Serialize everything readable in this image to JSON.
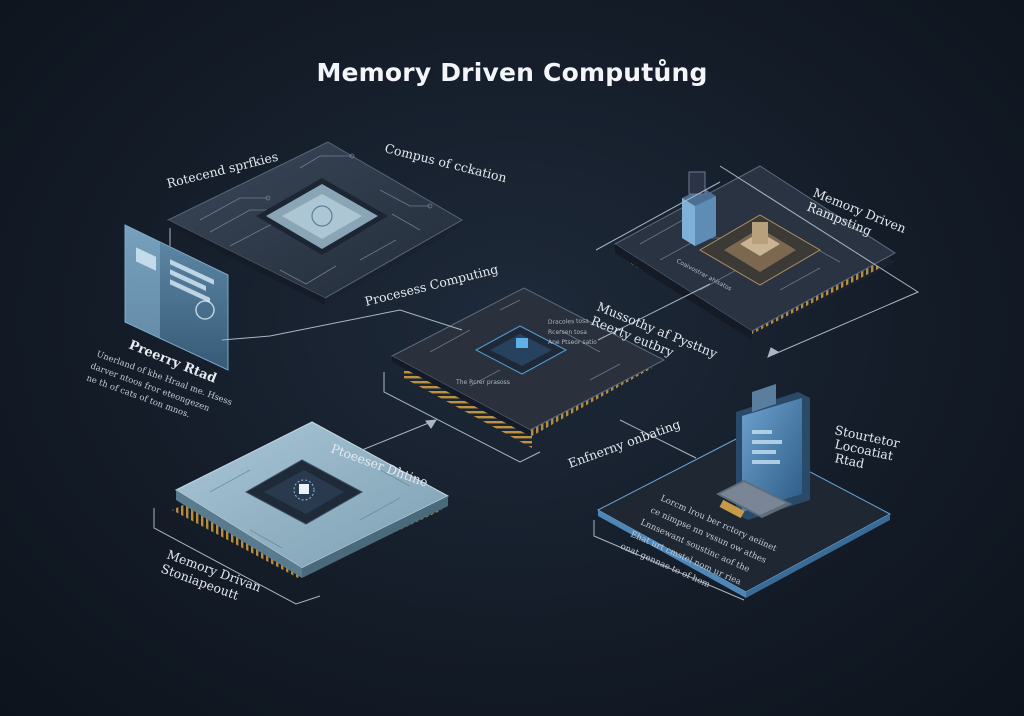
{
  "title": "Memory Driven Computůng",
  "labels": {
    "top_left_1": "Rotecend sprfkies",
    "top_left_2": "Compus of cckation",
    "top_left_3": "Procesess Computing",
    "left_panel": "Preerry Rtad",
    "left_para": [
      "Unerland of khe Hraal me. Hsess",
      "darver ntoos fror eteongezen",
      "ne th of cats of ton mnos."
    ],
    "right_top_1": "Memory Driven",
    "right_top_2": "Rampsting",
    "right_top_chip": "Coaivostrar ahisatos",
    "center_1": "Mussothy af Pysttny",
    "center_2": "Reerty eutbry",
    "center_chip_1": "Dracoles tosa",
    "center_chip_2": "Rcersen tosa",
    "center_chip_3": "Ane Ptseor satio",
    "center_chip_4": "The Rcrer prasoss",
    "center_below": "Enfnerny onbating",
    "bottom_left_chip": "Ptoeeser Dhtine",
    "bottom_left_1": "Memory Drivan",
    "bottom_left_2": "Stoniapeoutt",
    "bottom_right_1": "Stourtetor",
    "bottom_right_2": "Locoatiat",
    "bottom_right_3": "Rtad",
    "bottom_right_para": [
      "Lorcm lrou ber rctory aeiinet",
      "ce nimpse nn vssun ow athes",
      "Lnnsewant soustinc aof the",
      "Ehat urt cmstel nom ur riea",
      "onat gennae to of hom"
    ]
  },
  "colors": {
    "background": "#141c28",
    "board_dark": "#2a3444",
    "board_light": "#8fb1c4",
    "pins": "#b8893e",
    "accent": "#4e9fd6"
  }
}
